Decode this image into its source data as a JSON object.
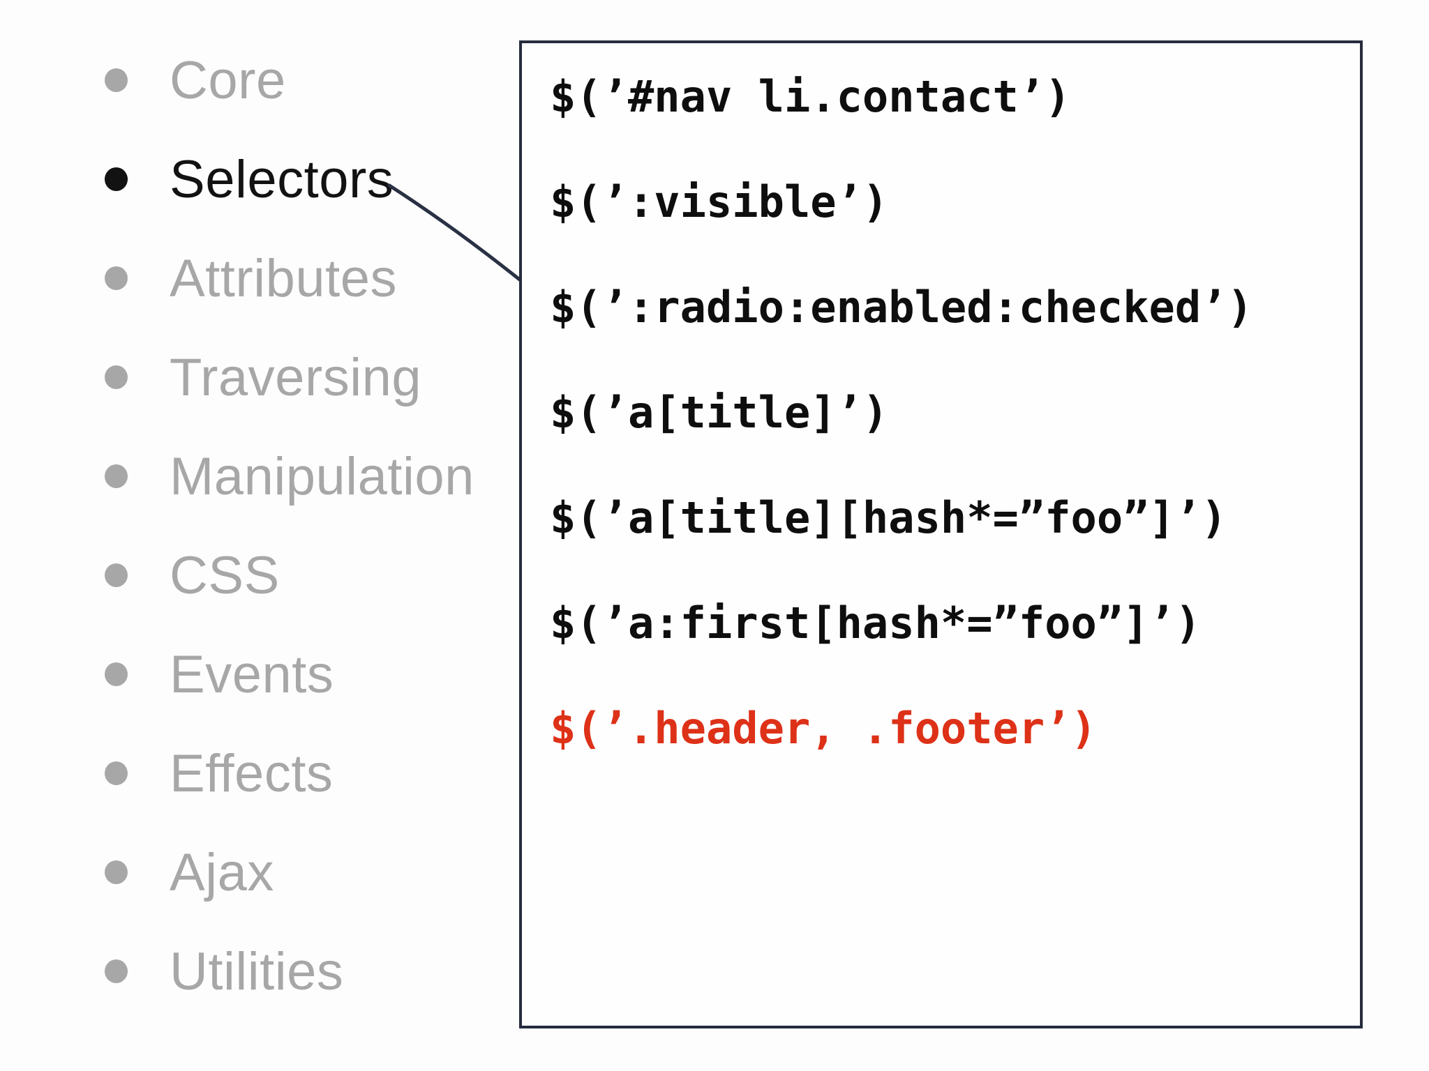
{
  "colors": {
    "background": "#fdfdfd",
    "menu_inactive": "#a7a7a7",
    "menu_active": "#121212",
    "panel_border": "#262c3e",
    "connector": "#2a3144",
    "code_default": "#0e0e0e",
    "code_highlight": "#dd3118"
  },
  "menu": {
    "items": [
      {
        "label": "Core",
        "active": false
      },
      {
        "label": "Selectors",
        "active": true
      },
      {
        "label": "Attributes",
        "active": false
      },
      {
        "label": "Traversing",
        "active": false
      },
      {
        "label": "Manipulation",
        "active": false
      },
      {
        "label": "CSS",
        "active": false
      },
      {
        "label": "Events",
        "active": false
      },
      {
        "label": "Effects",
        "active": false
      },
      {
        "label": "Ajax",
        "active": false
      },
      {
        "label": "Utilities",
        "active": false
      }
    ]
  },
  "code_panel": {
    "lines": [
      {
        "text": "$(’#nav li.contact’)",
        "highlight": false
      },
      {
        "text": "$(’:visible’)",
        "highlight": false
      },
      {
        "text": "$(’:radio:enabled:checked’)",
        "highlight": false
      },
      {
        "text": "$(’a[title]’)",
        "highlight": false
      },
      {
        "text": "$(’a[title][hash*=”foo”]’)",
        "highlight": false
      },
      {
        "text": "$(’a:first[hash*=”foo”]’)",
        "highlight": false
      },
      {
        "text": "$(’.header, .footer’)",
        "highlight": true
      }
    ]
  }
}
